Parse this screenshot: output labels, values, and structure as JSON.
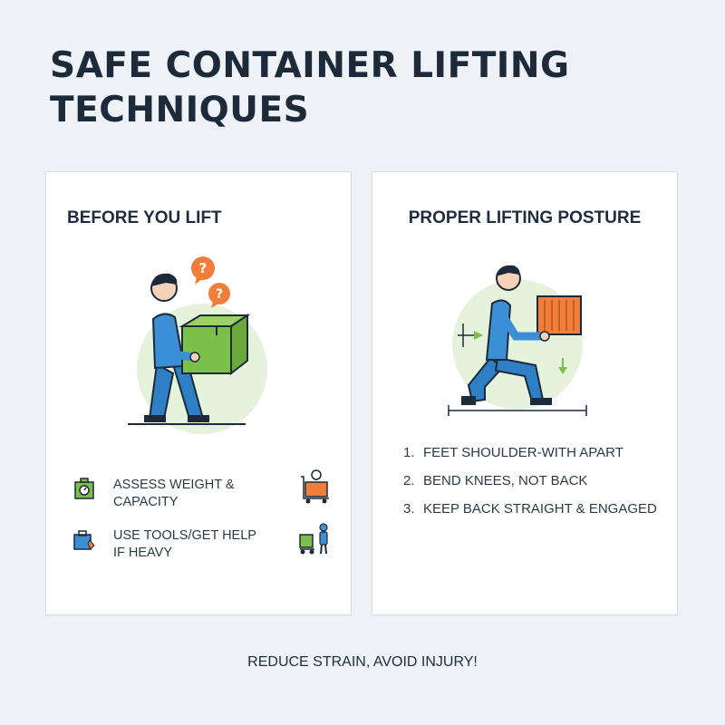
{
  "page": {
    "title_line1": "SAFE CONTAINER LIFTING",
    "title_line2": "TECHNIQUES",
    "footer": "REDUCE STRAIN, AVOID INJURY!"
  },
  "before_card": {
    "title": "BEFORE YOU LIFT",
    "items": [
      {
        "text": "ASSESS WEIGHT & CAPACITY",
        "icon": "scale-icon",
        "side_icon": "cart-scale-icon"
      },
      {
        "text": "USE TOOLS/GET HELP IF HEAVY",
        "icon": "toolbox-icon",
        "side_icon": "trolley-helper-icon"
      }
    ]
  },
  "posture_card": {
    "title": "PROPER LIFTING POSTURE",
    "steps": [
      {
        "num": "1.",
        "text": "FEET SHOULDER-WITH APART"
      },
      {
        "num": "2.",
        "text": "BEND KNEES, NOT BACK"
      },
      {
        "num": "3.",
        "text": "KEEP BACK STRAIGHT & ENGAGED"
      }
    ]
  },
  "colors": {
    "shirt": "#3b8fd4",
    "box_green": "#7cbf4a",
    "box_orange": "#f07d3a",
    "circle": "#e6f3dc",
    "text": "#1f2d3d"
  }
}
